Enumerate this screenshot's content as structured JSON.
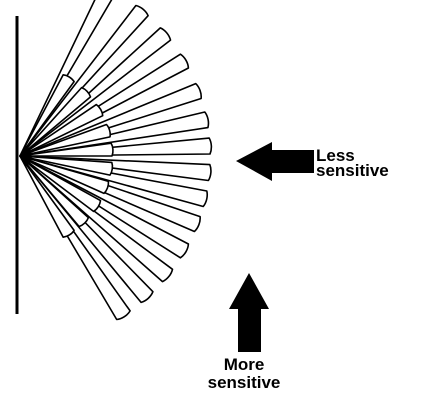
{
  "diagram": {
    "labels": {
      "less": {
        "line1": "Less",
        "line2": "sensitive"
      },
      "more": {
        "line1": "More",
        "line2": "sensitive"
      }
    },
    "colors": {
      "stroke": "#000000",
      "fill": "#ffffff",
      "arrow": "#000000"
    }
  }
}
